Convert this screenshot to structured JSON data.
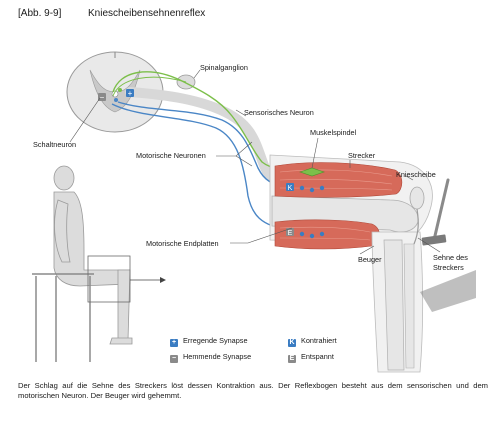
{
  "header": {
    "ref": "[Abb. 9-9]",
    "title": "Kniescheibensehnenreflex"
  },
  "labels": {
    "spinalganglion": "Spinalganglion",
    "sensorisches_neuron": "Sensorisches Neuron",
    "schaltneuron": "Schaltneuron",
    "motorische_neuronen": "Motorische Neuronen",
    "muskelspindel": "Muskelspindel",
    "strecker": "Strecker",
    "kniescheibe": "Kniescheibe",
    "motorische_endplatten": "Motorische Endplatten",
    "beuger": "Beuger",
    "sehne_des": "Sehne des",
    "streckers": "Streckers"
  },
  "markers": {
    "plus": "+",
    "minus": "−",
    "kontrahiert": "K",
    "entspannt": "E"
  },
  "legend": {
    "erregende": "Erregende Synapse",
    "hemmende": "Hemmende Synapse",
    "kontrahiert": "Kontrahiert",
    "entspannt": "Entspannt"
  },
  "caption": "Der Schlag auf die Sehne des Streckers löst dessen Kontraktion aus. Der Reflexbogen besteht aus dem sensorischen und dem motorischen Neuron. Der Beuger wird gehemmt.",
  "colors": {
    "sensory": "#7cbf4a",
    "motor": "#4a86c6",
    "muscle": "#d66a5a",
    "bone": "#e6e6e6",
    "legend_blue": "#3a7cc2",
    "legend_gray": "#8a8a8a"
  }
}
